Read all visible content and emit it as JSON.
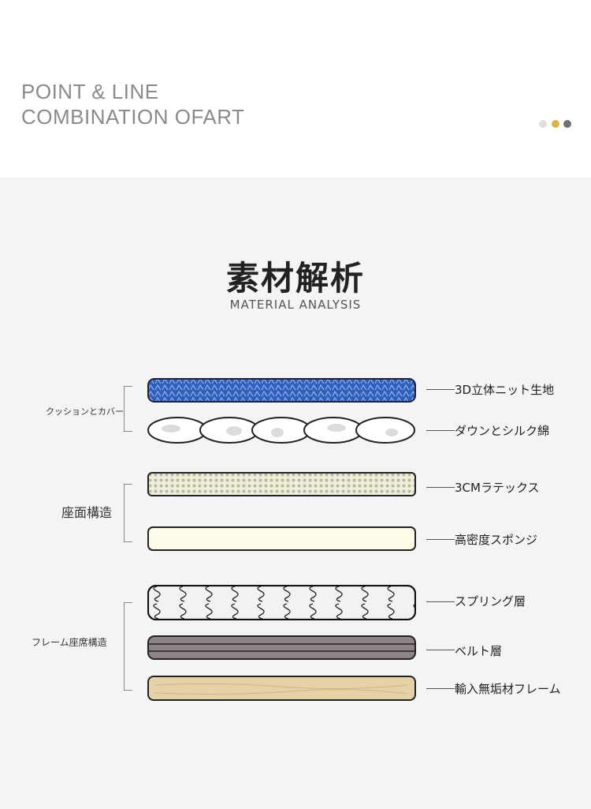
{
  "header": {
    "line1": "POINT & LINE",
    "line2": "COMBINATION OFART",
    "dots": [
      "#e0dede",
      "#d9b24a",
      "#707070"
    ]
  },
  "title": {
    "main": "素材解析",
    "sub": "MATERIAL ANALYSIS"
  },
  "groups": [
    {
      "label": "クッションとカバー"
    },
    {
      "label": "座面構造"
    },
    {
      "label": "フレーム座席構造"
    }
  ],
  "layers": [
    {
      "label": "3D立体ニット生地",
      "color": "#2f5fb8"
    },
    {
      "label": "ダウンとシルク綿",
      "color": "#ffffff"
    },
    {
      "label": "3CMラテックス",
      "color": "#efeedd"
    },
    {
      "label": "高密度スポンジ",
      "color": "#fdfbe8"
    },
    {
      "label": "スプリング層",
      "color": "#f2f2f2"
    },
    {
      "label": "ベルト層",
      "color": "#8e8486"
    },
    {
      "label": "輸入無垢材フレーム",
      "color": "#e6d2a8"
    }
  ]
}
